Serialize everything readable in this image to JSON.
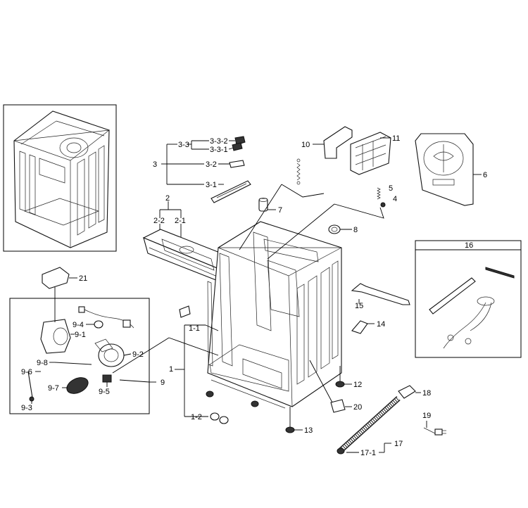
{
  "labels": {
    "p1": "1",
    "p1_1": "1-1",
    "p1_2": "1-2",
    "p2": "2",
    "p2_1": "2-1",
    "p2_2": "2-2",
    "p3": "3",
    "p3_1": "3-1",
    "p3_2": "3-2",
    "p3_3": "3-3",
    "p3_3_1": "3-3-1",
    "p3_3_2": "3-3-2",
    "p4": "4",
    "p5": "5",
    "p6": "6",
    "p7": "7",
    "p8": "8",
    "p9": "9",
    "p9_1": "9-1",
    "p9_2": "9-2",
    "p9_3": "9-3",
    "p9_4": "9-4",
    "p9_5": "9-5",
    "p9_6": "9-6",
    "p9_7": "9-7",
    "p9_8": "9-8",
    "p10": "10",
    "p11": "11",
    "p12": "12",
    "p13": "13",
    "p14": "14",
    "p15": "15",
    "p16": "16",
    "p17": "17",
    "p17_1": "17-1",
    "p18": "18",
    "p19": "19",
    "p20": "20",
    "p21": "21"
  },
  "colors": {
    "line": "#000000",
    "background": "#ffffff"
  }
}
